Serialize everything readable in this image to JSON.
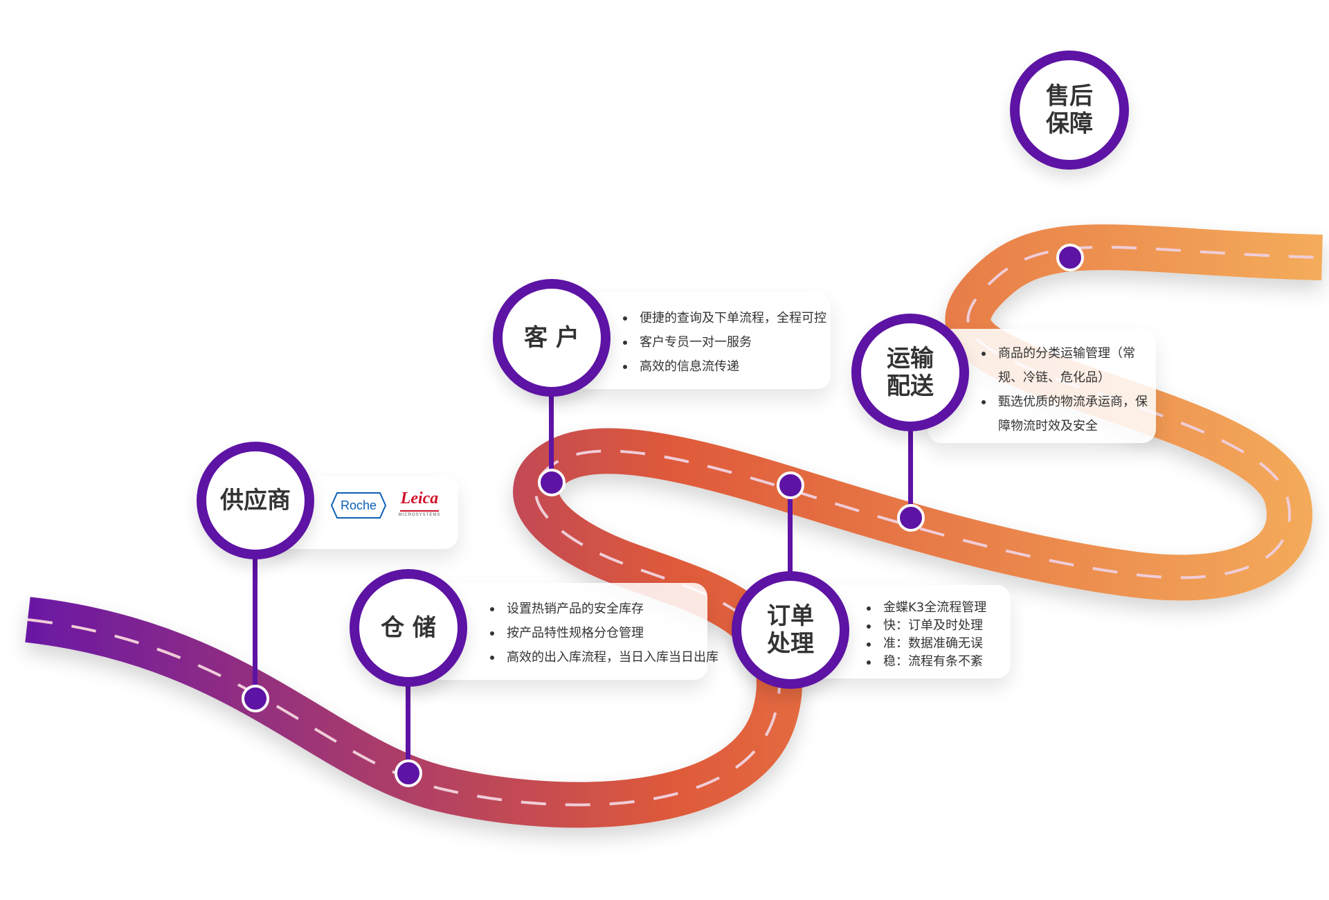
{
  "colors": {
    "accent": "#5d13a4",
    "road_start": "#6a18a5",
    "road_mid": "#df5a3a",
    "road_end": "#f4ac5b",
    "dash": "#f0cdd8"
  },
  "nodes": {
    "supplier": {
      "lines": [
        "供应商"
      ]
    },
    "warehouse": {
      "lines": [
        "仓 储"
      ]
    },
    "customer": {
      "lines": [
        "客 户"
      ]
    },
    "order": {
      "lines": [
        "订单",
        "处理"
      ]
    },
    "transport": {
      "lines": [
        "运输",
        "配送"
      ]
    },
    "aftersales": {
      "lines": [
        "售后",
        "保障"
      ]
    }
  },
  "cards": {
    "customer": [
      "便捷的查询及下单流程，全程可控",
      "客户专员一对一服务",
      "高效的信息流传递"
    ],
    "warehouse": [
      "设置热销产品的安全库存",
      "按产品特性规格分仓管理",
      "高效的出入库流程，当日入库当日出库"
    ],
    "order": [
      "金蝶K3全流程管理",
      "快：订单及时处理",
      "准：数据准确无误",
      "稳：流程有条不紊"
    ],
    "transport": [
      "商品的分类运输管理（常规、冷链、危化品）",
      "甄选优质的物流承运商，保障物流时效及安全"
    ]
  },
  "logos": {
    "roche": "Roche",
    "leica": "Leica",
    "leica_sub": "MICROSYSTEMS"
  }
}
